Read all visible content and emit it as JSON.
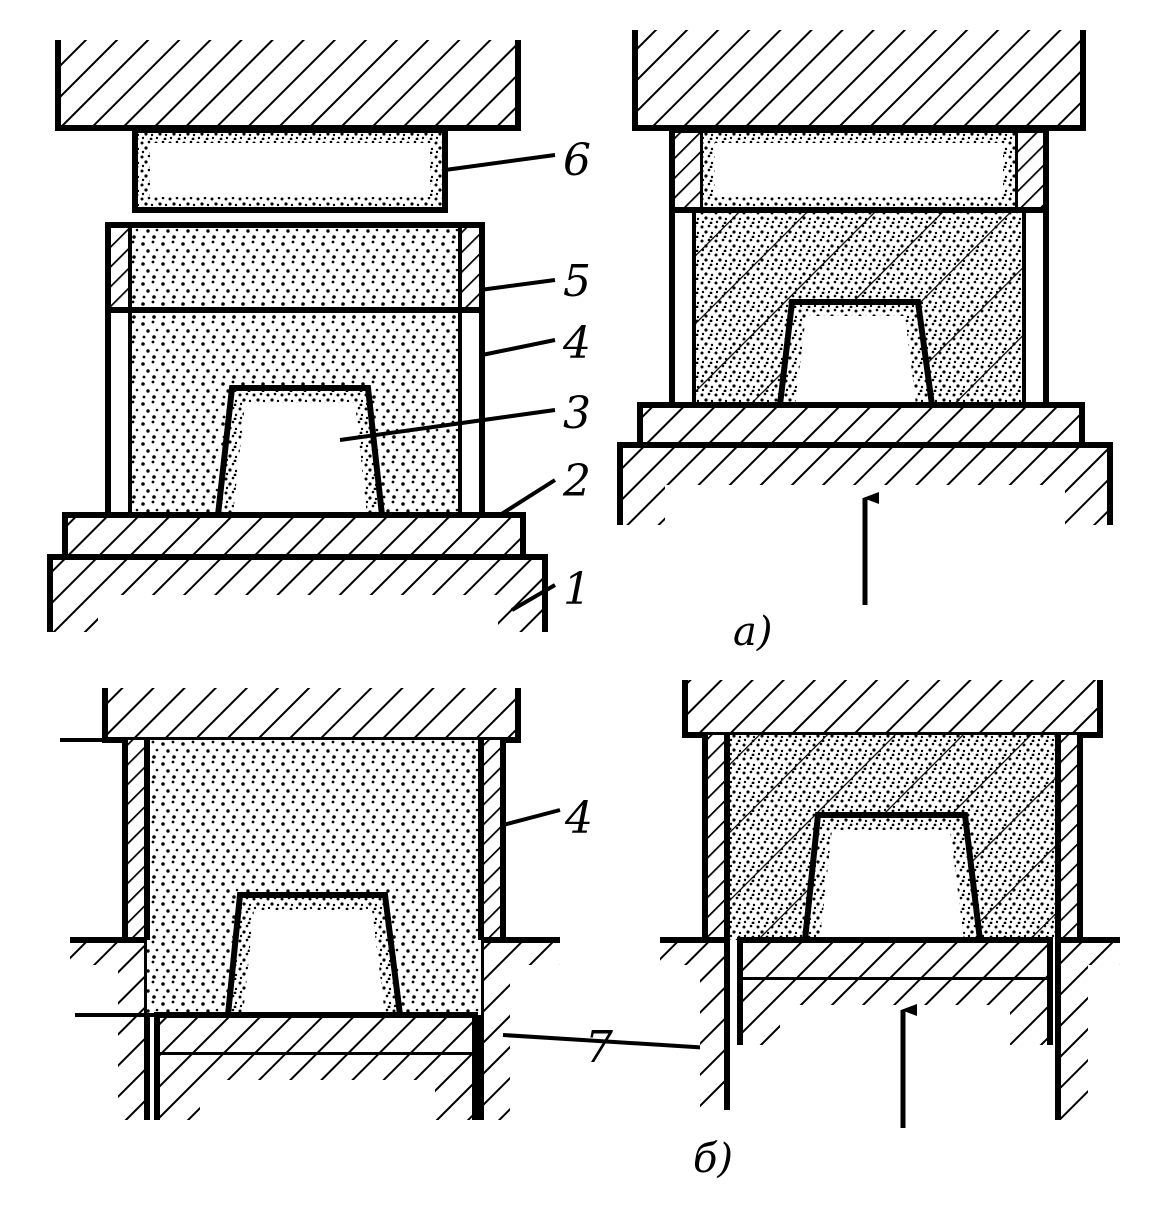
{
  "labels": {
    "l1": "1",
    "l2": "2",
    "l3": "3",
    "l4a": "4",
    "l5": "5",
    "l6": "6",
    "l4b": "4",
    "l7": "7"
  },
  "captions": {
    "a": "а)",
    "b": "б)"
  },
  "colors": {
    "ink": "#000000",
    "paper": "#ffffff"
  }
}
